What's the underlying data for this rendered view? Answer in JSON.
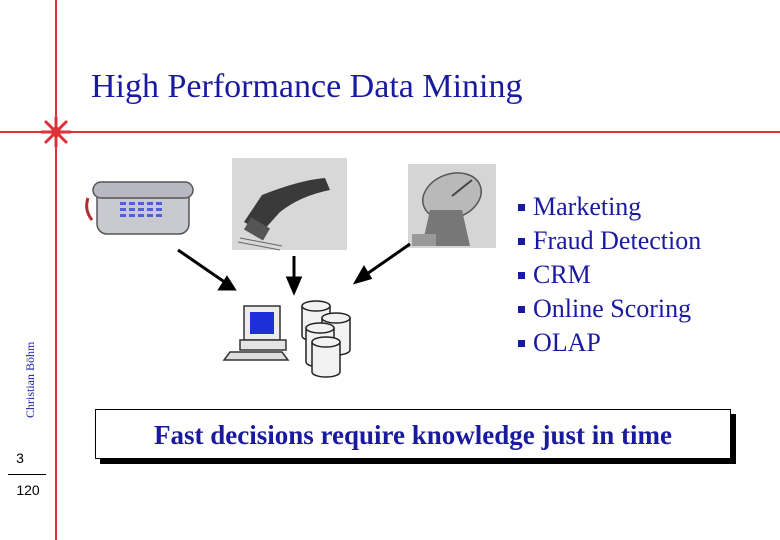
{
  "slide": {
    "title": "High Performance Data Mining",
    "author": "Christian Böhm",
    "page": {
      "current": "3",
      "total": "120"
    },
    "bullets": [
      {
        "label": "Marketing"
      },
      {
        "label": "Fraud Detection"
      },
      {
        "label": "CRM"
      },
      {
        "label": "Online Scoring"
      },
      {
        "label": "OLAP"
      }
    ],
    "tagline": "Fast decisions require knowledge just in time"
  },
  "icons": [
    "telephone-icon",
    "barcode-scanner-icon",
    "satellite-dish-icon",
    "computer-icon",
    "database-icon"
  ],
  "colors": {
    "accent_line": "#e0303a",
    "text": "#1a1aa0"
  }
}
